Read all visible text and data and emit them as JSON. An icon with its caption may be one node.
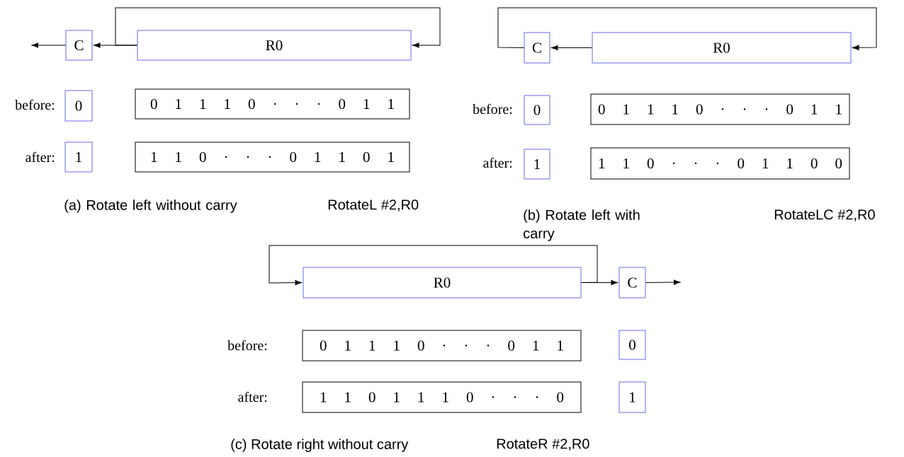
{
  "diagram": {
    "nodes": [
      {
        "text": [
          "C"
        ]
      },
      {
        "text": [
          "R0"
        ]
      },
      {
        "text": [
          "0"
        ]
      },
      {
        "text": [
          "0 1 1 1 0 · · · 0 1 1"
        ]
      },
      {
        "text": [
          "1"
        ]
      },
      {
        "text": [
          "1 1 0 · · · 0 1 1 0 1"
        ]
      },
      {
        "text": [
          "C"
        ]
      },
      {
        "text": [
          "R0"
        ]
      },
      {
        "text": [
          "0"
        ]
      },
      {
        "text": [
          "0 1 1 1 0 · · · 0 1 1"
        ]
      },
      {
        "text": [
          "1"
        ]
      },
      {
        "text": [
          "1 1 0 · · · 0 1 1 0 0"
        ]
      },
      {
        "text": [
          "R0"
        ]
      },
      {
        "text": [
          "C"
        ]
      },
      {
        "text": [
          "0 1 1 1 0 · · · 0 1 1"
        ]
      },
      {
        "text": [
          "0"
        ]
      },
      {
        "text": [
          "1 1 0 1 1 1 0 · · · 0"
        ]
      },
      {
        "text": [
          "1"
        ]
      }
    ],
    "edges": [
      {
        "from": 0,
        "to": null,
        "arrow": "to"
      },
      {
        "from": 1,
        "to": 0,
        "arrow": "to"
      },
      {
        "from": 1,
        "to": 1,
        "arrow": "to"
      },
      {
        "from": 7,
        "to": 6,
        "arrow": "to"
      },
      {
        "from": 6,
        "to": 7,
        "arrow": "to"
      },
      {
        "from": 12,
        "to": 13,
        "arrow": "to"
      },
      {
        "from": 12,
        "to": 12,
        "arrow": "to"
      },
      {
        "from": 13,
        "to": null,
        "arrow": "to"
      }
    ],
    "labels": [
      "before:",
      "after:",
      "(a) Rotate left without carry",
      "RotateL #2,R0",
      "before:",
      "after:",
      "(b) Rotate left with carry",
      "RotateLC #2,R0",
      "before:",
      "after:",
      "(c) Rotate right without carry",
      "RotateR #2,R0"
    ]
  }
}
